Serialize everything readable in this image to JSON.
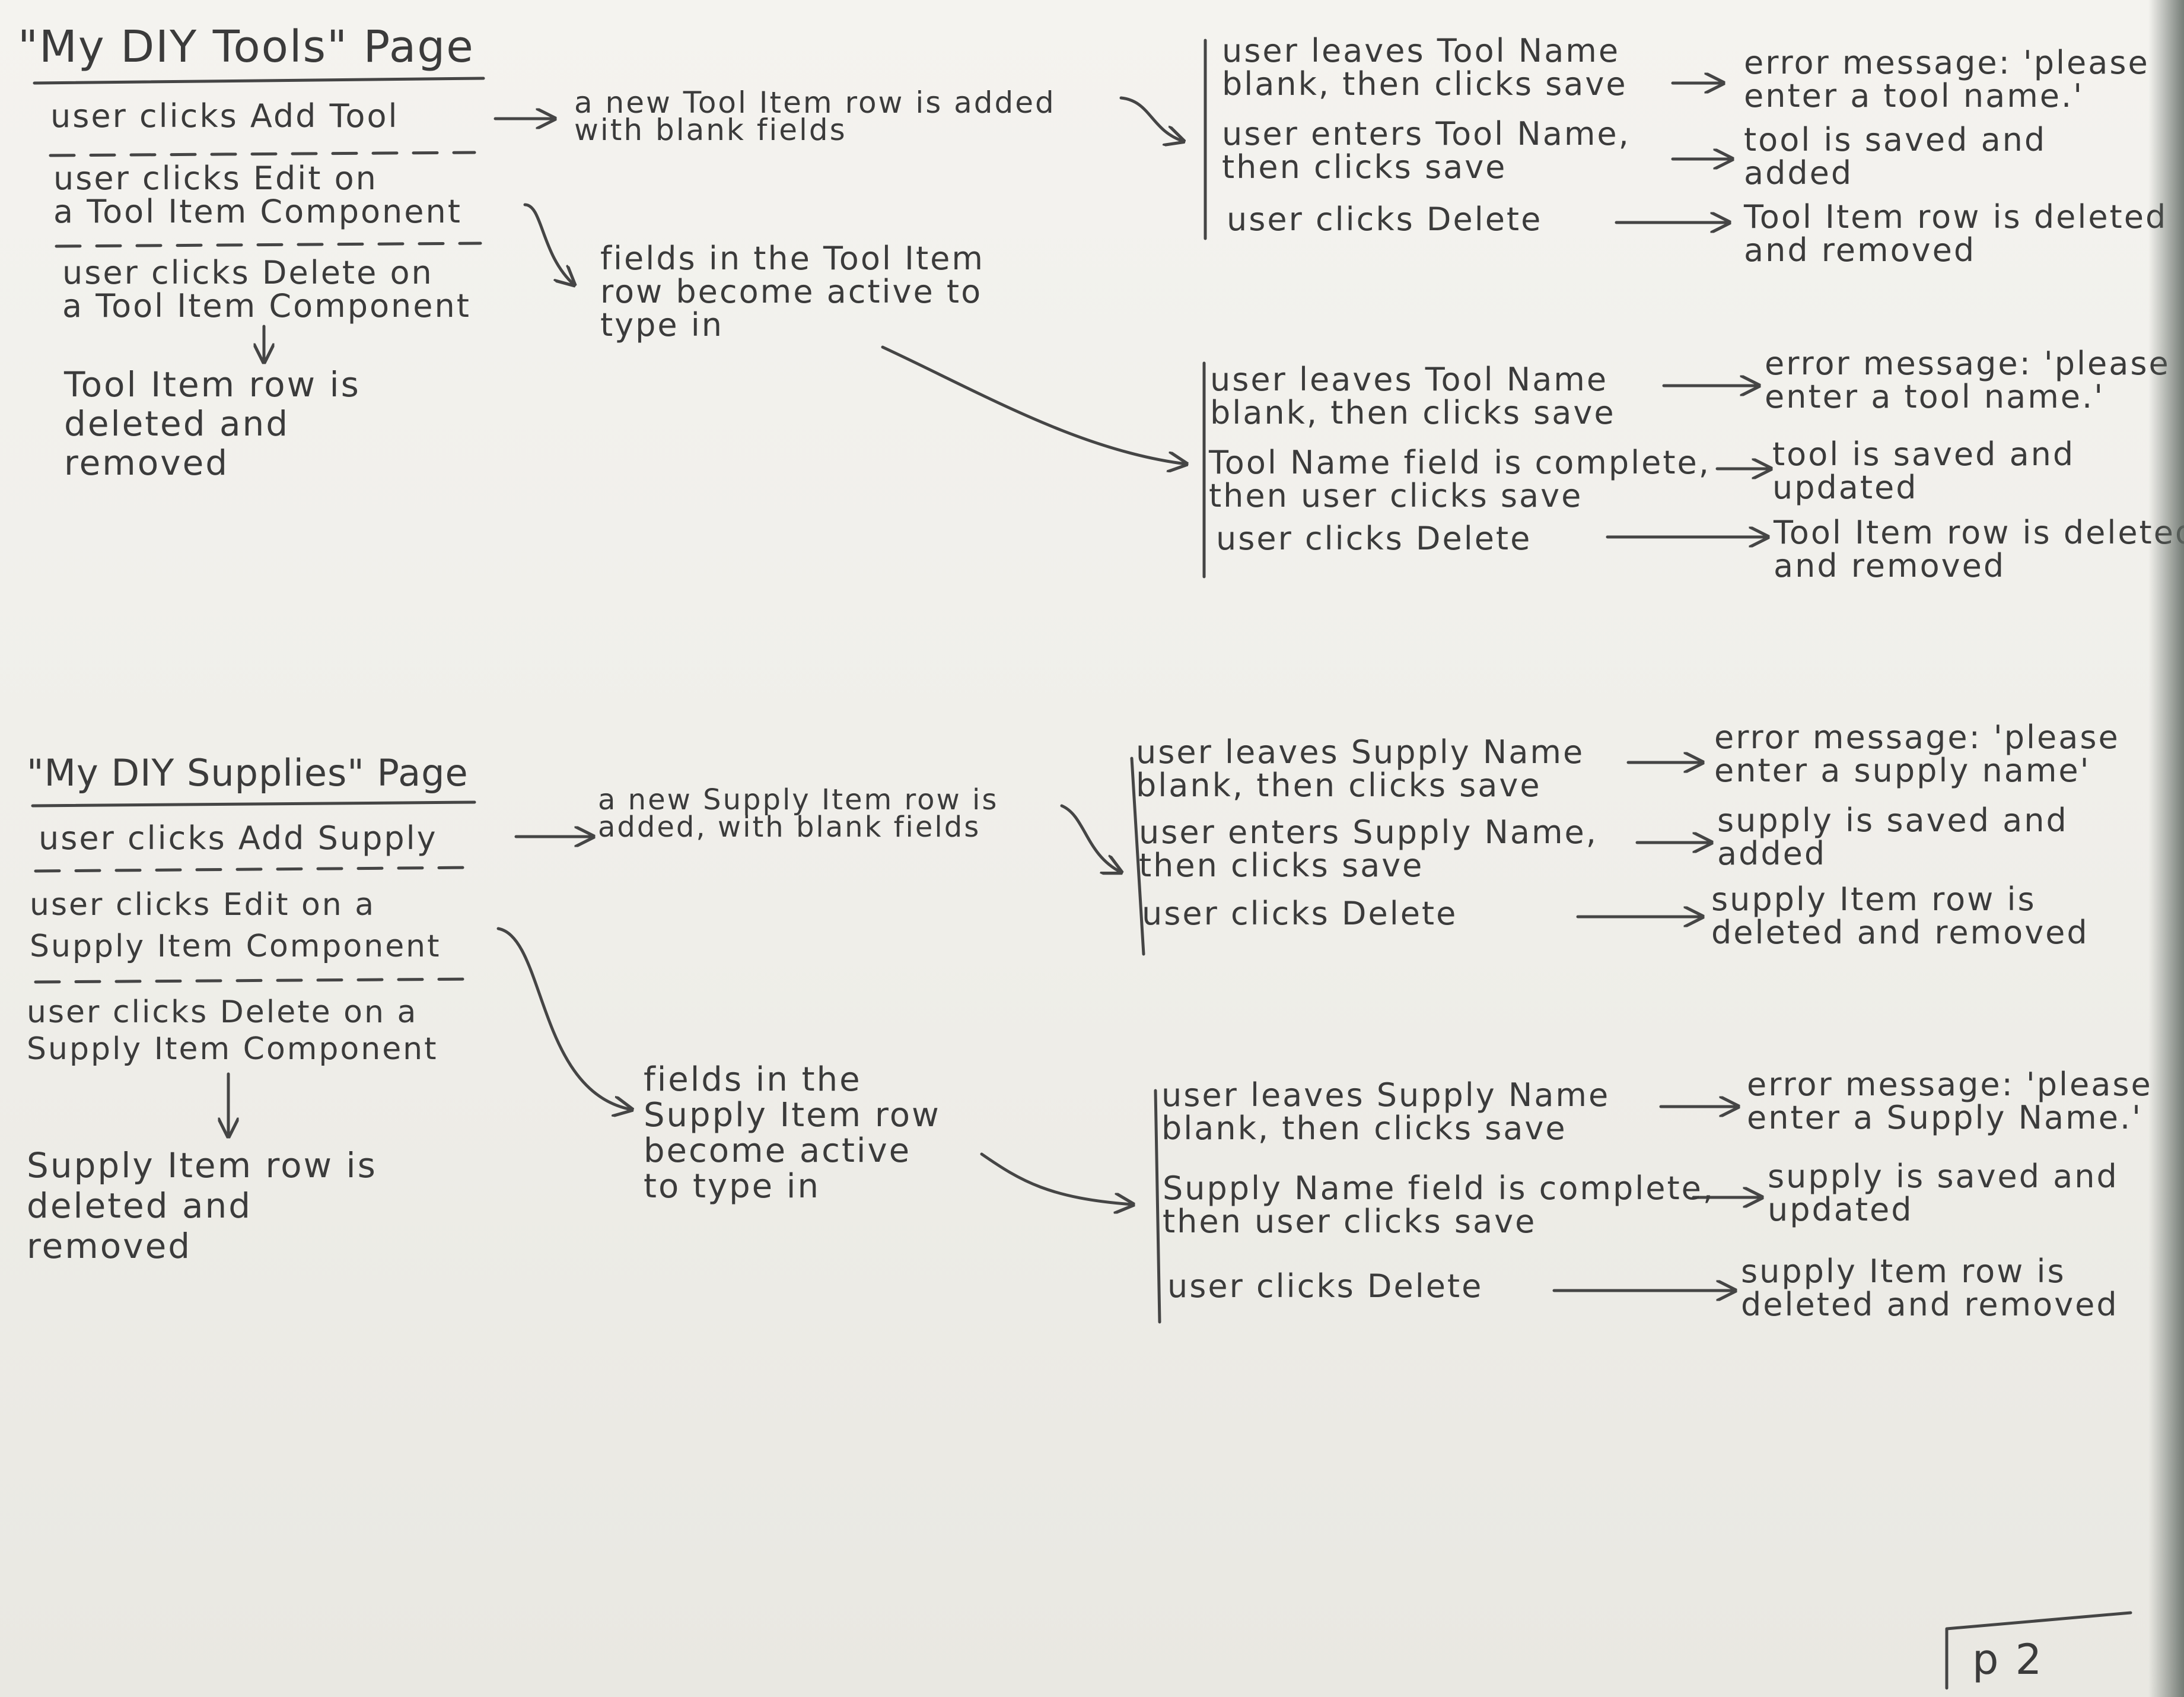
{
  "page_number": "p 2",
  "tools": {
    "title": "\"My DIY Tools\" Page",
    "actions": {
      "add": [
        "user clicks Add Tool"
      ],
      "edit": [
        "user clicks Edit on",
        "a Tool Item Component"
      ],
      "delete": [
        "user clicks Delete on",
        "a Tool Item Component"
      ]
    },
    "delete_result": [
      "Tool Item row is",
      "deleted and",
      "removed"
    ],
    "add_result": [
      "a new Tool Item row is added",
      "with blank fields"
    ],
    "edit_result": [
      "fields in the Tool Item",
      "row become active to",
      "type in"
    ],
    "add_branch": {
      "cases": [
        {
          "condition": [
            "user leaves Tool Name",
            "blank, then clicks save"
          ],
          "outcome": [
            "error message: 'please",
            "enter a tool name.'"
          ]
        },
        {
          "condition": [
            "user enters Tool Name,",
            "then clicks save"
          ],
          "outcome": [
            "tool is saved and",
            "added"
          ]
        },
        {
          "condition": [
            "user clicks Delete"
          ],
          "outcome": [
            "Tool Item row is deleted",
            "and removed"
          ]
        }
      ]
    },
    "edit_branch": {
      "cases": [
        {
          "condition": [
            "user leaves Tool Name",
            "blank, then clicks save"
          ],
          "outcome": [
            "error message: 'please",
            "enter a tool name.'"
          ]
        },
        {
          "condition": [
            "Tool Name field is complete,",
            "then user clicks save"
          ],
          "outcome": [
            "tool is saved and",
            "updated"
          ]
        },
        {
          "condition": [
            "user clicks Delete"
          ],
          "outcome": [
            "Tool Item row is deleted",
            "and removed"
          ]
        }
      ]
    }
  },
  "supplies": {
    "title": "\"My DIY Supplies\" Page",
    "actions": {
      "add": [
        "user clicks Add Supply"
      ],
      "edit": [
        "user clicks Edit on a",
        "Supply Item Component"
      ],
      "delete": [
        "user clicks Delete on a",
        "Supply Item Component"
      ]
    },
    "delete_result": [
      "Supply Item row is",
      "deleted and",
      "removed"
    ],
    "add_result": [
      "a new Supply Item row is",
      "added, with blank fields"
    ],
    "edit_result": [
      "fields in the",
      "Supply Item row",
      "become active",
      "to type in"
    ],
    "add_branch": {
      "cases": [
        {
          "condition": [
            "user leaves Supply Name",
            "blank, then clicks save"
          ],
          "outcome": [
            "error message: 'please",
            "enter a supply name'"
          ]
        },
        {
          "condition": [
            "user enters Supply Name,",
            "then clicks save"
          ],
          "outcome": [
            "supply is saved and",
            "added"
          ]
        },
        {
          "condition": [
            "user clicks Delete"
          ],
          "outcome": [
            "supply Item row is",
            "deleted and removed"
          ]
        }
      ]
    },
    "edit_branch": {
      "cases": [
        {
          "condition": [
            "user leaves Supply Name",
            "blank, then clicks save"
          ],
          "outcome": [
            "error message: 'please",
            "enter a Supply Name.'"
          ]
        },
        {
          "condition": [
            "Supply Name field is complete,",
            "then user clicks save"
          ],
          "outcome": [
            "supply is saved and",
            "updated"
          ]
        },
        {
          "condition": [
            "user clicks Delete"
          ],
          "outcome": [
            "supply Item row is",
            "deleted and removed"
          ]
        }
      ]
    }
  }
}
